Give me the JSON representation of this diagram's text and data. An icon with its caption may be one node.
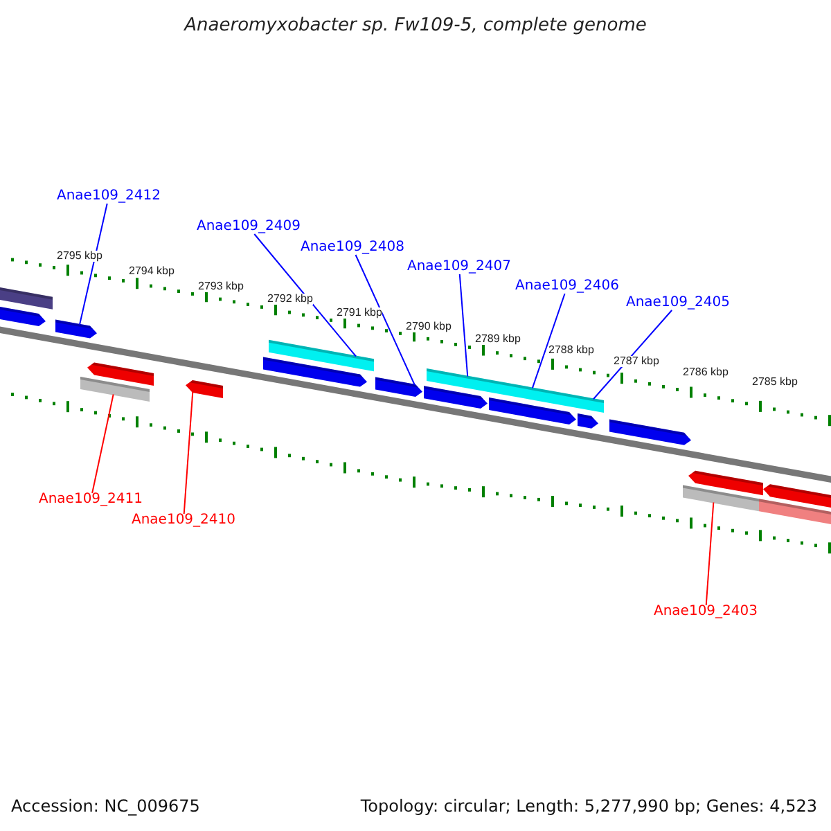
{
  "diagram": {
    "title": "Anaeromyxobacter sp. Fw109-5, complete genome",
    "nodes": [
      {
        "text": [
          "Anae109_2412"
        ]
      },
      {
        "text": [
          "Anae109_2409"
        ]
      },
      {
        "text": [
          "Anae109_2408"
        ]
      },
      {
        "text": [
          "Anae109_2407"
        ]
      },
      {
        "text": [
          "Anae109_2406"
        ]
      },
      {
        "text": [
          "Anae109_2405"
        ]
      },
      {
        "text": [
          "Anae109_2411"
        ]
      },
      {
        "text": [
          "Anae109_2410"
        ]
      },
      {
        "text": [
          "Anae109_2403"
        ]
      },
      {
        "text": [],
        "shape": "box"
      },
      {
        "text": [],
        "shape": "pentagon"
      },
      {
        "text": [],
        "shape": "pentagon"
      },
      {
        "text": [],
        "shape": "box"
      },
      {
        "text": [],
        "shape": "pentagon"
      },
      {
        "text": [],
        "shape": "pentagon"
      },
      {
        "text": [],
        "shape": "pentagon"
      },
      {
        "text": [],
        "shape": "box"
      },
      {
        "text": [],
        "shape": "pentagon"
      },
      {
        "text": [],
        "shape": "pentagon"
      },
      {
        "text": [],
        "shape": "box"
      },
      {
        "text": [],
        "shape": "pentagon"
      },
      {
        "text": [],
        "shape": "box"
      },
      {
        "text": [],
        "shape": "pentagon"
      },
      {
        "text": [],
        "shape": "box"
      },
      {
        "text": [],
        "shape": "pentagon"
      },
      {
        "text": [],
        "shape": "box"
      },
      {
        "text": [],
        "shape": "pentagon"
      },
      {
        "text": [],
        "shape": "box"
      },
      {
        "text": [],
        "shape": "pentagon"
      }
    ],
    "edges": [
      {
        "from": 0,
        "to": 11,
        "arrow": "none"
      },
      {
        "from": 1,
        "to": 16,
        "arrow": "none"
      },
      {
        "from": 2,
        "to": 17,
        "arrow": "none"
      },
      {
        "from": 3,
        "to": 19,
        "arrow": "none"
      },
      {
        "from": 4,
        "to": 21,
        "arrow": "none"
      },
      {
        "from": 5,
        "to": 23,
        "arrow": "none"
      },
      {
        "from": 6,
        "to": 12,
        "arrow": "none",
        "color": "#ff0000"
      },
      {
        "from": 7,
        "to": 14,
        "arrow": "none",
        "color": "#ff0000"
      },
      {
        "from": 8,
        "to": 25,
        "arrow": "none",
        "color": "#ff0000"
      }
    ],
    "labels": [
      "2795 kbp",
      "2794 kbp",
      "2793 kbp",
      "2792 kbp",
      "2791 kbp",
      "2790 kbp",
      "2789 kbp",
      "2788 kbp",
      "2787 kbp",
      "2786 kbp",
      "2785 kbp",
      "Accession: NC_009675",
      "Topology: circular; Length: 5,277,990 bp; Genes: 4,523"
    ]
  }
}
